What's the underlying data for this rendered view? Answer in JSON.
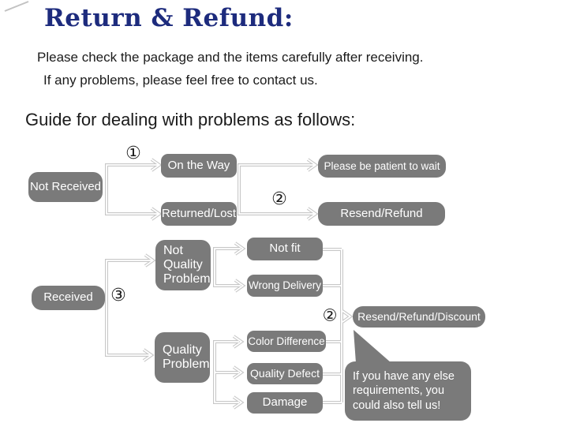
{
  "header": {
    "title": "Return & Refund:",
    "line1": "Please check the package and the items carefully after receiving.",
    "line2": "If any problems, please feel free to contact us.",
    "guide": "Guide for dealing with problems as follows:"
  },
  "flow": {
    "nodes": {
      "not_received": "Not Received",
      "on_the_way": "On the Way",
      "returned_lost": "Returned/Lost",
      "be_patient": "Please be patient to wait",
      "resend_refund": "Resend/Refund",
      "not_quality_problem": "Not Quality Problem",
      "received": "Received",
      "not_fit": "Not fit",
      "wrong_delivery": "Wrong Delivery",
      "quality_problem": "Quality Problem",
      "color_difference": "Color Difference",
      "quality_defect": "Quality Defect",
      "damage": "Damage",
      "resend_refund_discount": "Resend/Refund/Discount"
    },
    "markers": {
      "step1": "①",
      "step2_upper": "②",
      "step3": "③",
      "step2_lower": "②"
    },
    "bubble": "If you have any else requirements, you could also tell us!"
  },
  "colors": {
    "title": "#1d2b7d",
    "node_bg": "#7a7a7a",
    "node_text": "#ffffff",
    "connector": "#c7c7c7",
    "body_text": "#1b1b1b"
  }
}
